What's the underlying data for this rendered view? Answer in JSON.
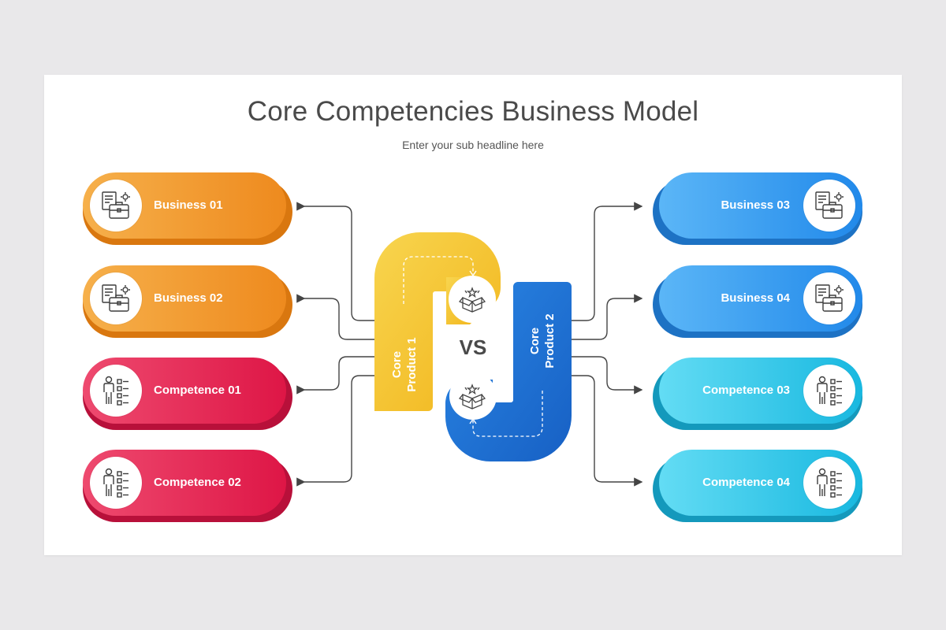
{
  "header": {
    "title": "Core Competencies Business Model",
    "subtitle": "Enter your sub headline here"
  },
  "left_items": [
    {
      "label": "Business 01",
      "icon": "briefcase-icon",
      "color": "#ee8a1e"
    },
    {
      "label": "Business 02",
      "icon": "briefcase-icon",
      "color": "#ee8a1e"
    },
    {
      "label": "Competence 01",
      "icon": "person-checklist-icon",
      "color": "#de1646"
    },
    {
      "label": "Competence 02",
      "icon": "person-checklist-icon",
      "color": "#de1646"
    }
  ],
  "right_items": [
    {
      "label": "Business 03",
      "icon": "briefcase-icon",
      "color": "#2189ea"
    },
    {
      "label": "Business 04",
      "icon": "briefcase-icon",
      "color": "#2189ea"
    },
    {
      "label": "Competence 03",
      "icon": "person-checklist-icon",
      "color": "#18b8e0"
    },
    {
      "label": "Competence 04",
      "icon": "person-checklist-icon",
      "color": "#18b8e0"
    }
  ],
  "center": {
    "product1": {
      "line1": "Core",
      "line2": "Product 1",
      "icon": "open-box-icon",
      "color": "#f5c02c"
    },
    "product2": {
      "line1": "Core",
      "line2": "Product 2",
      "icon": "open-box-icon",
      "color": "#1c6fd3"
    },
    "vs_label": "VS"
  }
}
